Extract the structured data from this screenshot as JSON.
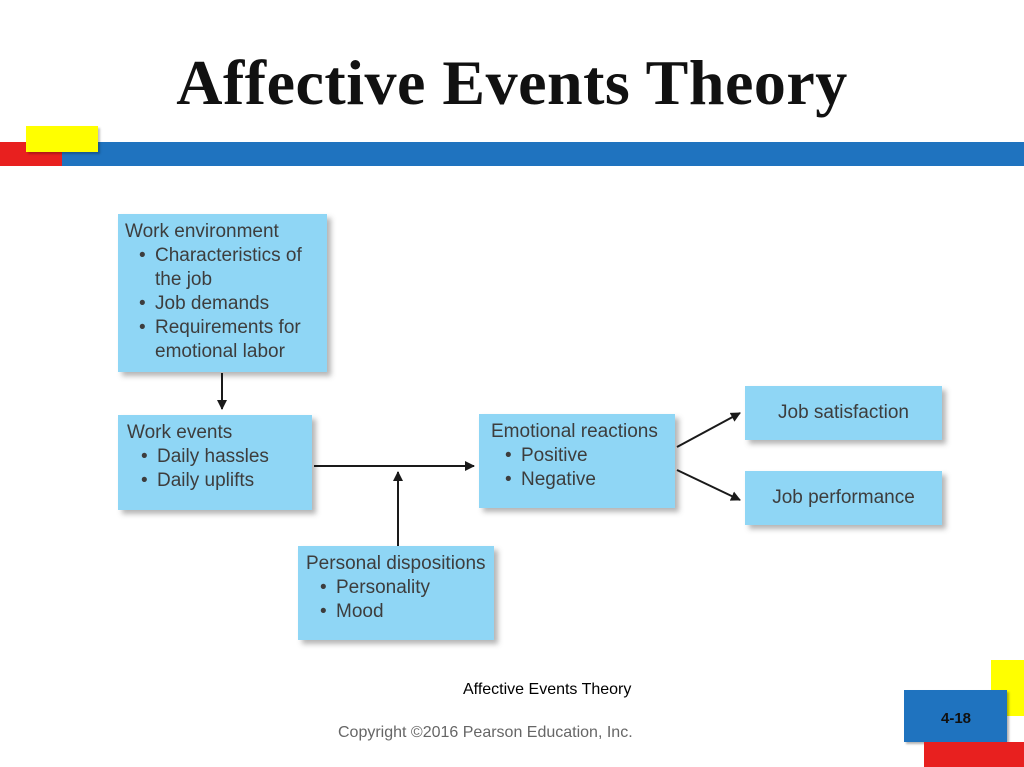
{
  "slide": {
    "title": "Affective Events Theory",
    "caption": "Affective Events Theory",
    "copyright": "Copyright ©2016 Pearson Education, Inc.",
    "page_number": "4-18"
  },
  "diagram": {
    "work_environment": {
      "heading": "Work environment",
      "items": [
        "Characteristics of the job",
        "Job demands",
        "Requirements for emotional labor"
      ]
    },
    "work_events": {
      "heading": "Work events",
      "items": [
        "Daily hassles",
        "Daily uplifts"
      ]
    },
    "personal_dispositions": {
      "heading": "Personal dispositions",
      "items": [
        "Personality",
        "Mood"
      ]
    },
    "emotional_reactions": {
      "heading": "Emotional reactions",
      "items": [
        "Positive",
        "Negative"
      ]
    },
    "job_satisfaction": "Job satisfaction",
    "job_performance": "Job performance"
  },
  "colors": {
    "box_fill": "#8fd6f5",
    "accent_blue": "#1f73bf",
    "accent_red": "#e8201f",
    "accent_yellow": "#ffff00"
  }
}
